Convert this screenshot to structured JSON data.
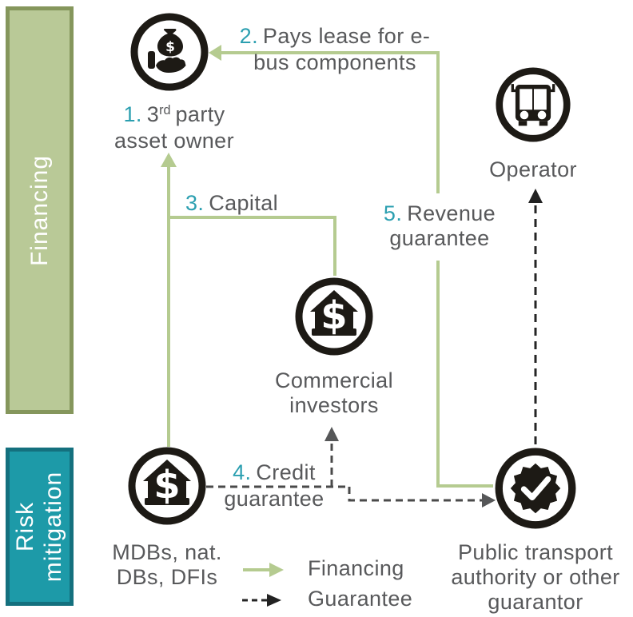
{
  "colors": {
    "green_line": "#b5cb90",
    "band_green_fill": "#b9c997",
    "band_green_border": "#85965c",
    "band_teal_fill": "#1d9aa8",
    "band_teal_border": "#14707e",
    "teal_number": "#2b9fb0",
    "text_gray": "#58595b",
    "dash_gray": "#4a4a4a",
    "dash_black": "#252525",
    "icon_black": "#1d1a15"
  },
  "bands": {
    "financing": {
      "label": "Financing"
    },
    "risk": {
      "line1": "Risk",
      "line2": "mitigation"
    }
  },
  "nodes": {
    "asset_owner": {
      "num": "1.",
      "pre": "3",
      "sup": "rd",
      "post": "party",
      "line2": "asset owner"
    },
    "operator": {
      "label": "Operator"
    },
    "commercial": {
      "line1": "Commercial",
      "line2": "investors"
    },
    "mdbs": {
      "line1": "MDBs, nat.",
      "line2": "DBs, DFIs"
    },
    "authority": {
      "line1": "Public transport",
      "line2": "authority or other",
      "line3": "guarantor"
    }
  },
  "flows": {
    "lease": {
      "num": "2.",
      "line1": "Pays lease for e-",
      "line2": "bus components"
    },
    "capital": {
      "num": "3.",
      "label": "Capital"
    },
    "credit": {
      "num": "4.",
      "line1": "Credit",
      "line2": "guarantee"
    },
    "revenue": {
      "num": "5.",
      "line1": "Revenue",
      "line2": "guarantee"
    }
  },
  "legend": {
    "financing": "Financing",
    "guarantee": "Guarantee"
  },
  "icons": {
    "dollar": "$"
  }
}
